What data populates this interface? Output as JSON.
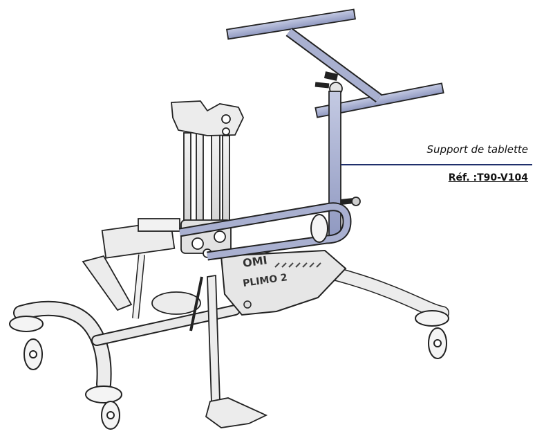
{
  "callout": {
    "label": "Support de tablette",
    "reference": "Réf. :T90-V104"
  },
  "frame_text": {
    "logo": "OMI",
    "model": "PLIMO 2"
  },
  "colors": {
    "accent_part": "#9ea6c8",
    "leader_line": "#1f2f6b",
    "outline": "#222222",
    "frame_fill": "#e6e6e6"
  }
}
